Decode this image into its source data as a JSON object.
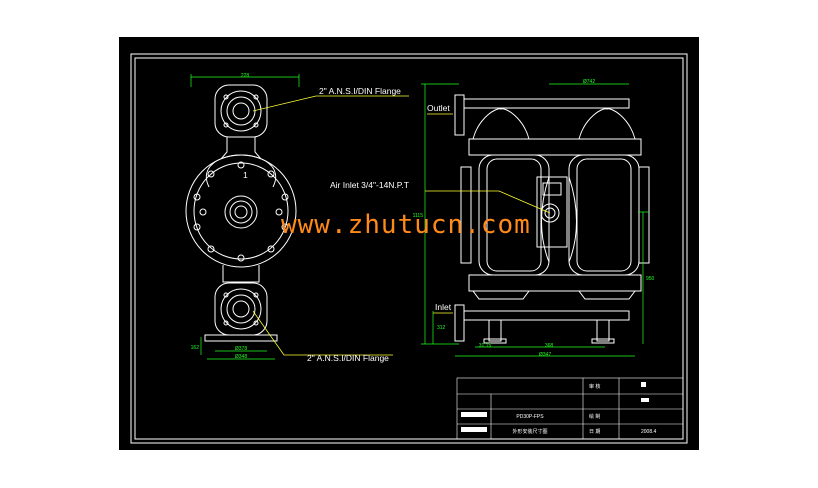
{
  "labels": {
    "flange_top": "2\" A.N.S.I/DIN Flange",
    "flange_bottom": "2\" A.N.S.I/DIN  Flange",
    "outlet": "Outlet",
    "air_inlet": "Air Inlet 3/4\"-14N.P.T",
    "inlet": "Inlet",
    "chamber_mark": "1"
  },
  "watermark": "www.zhutucn.com",
  "dimensions": {
    "front_top_width": "228",
    "front_bottom_1": "Ø378",
    "front_bottom_2": "Ø348",
    "front_left_small": "162",
    "side_top": "Ø742",
    "side_left_tall": "1115",
    "side_right": "950",
    "side_small_left": "312",
    "side_bottom_1": "31.15",
    "side_bottom_2": "368",
    "side_bottom_3": "Ø347"
  },
  "title_block": {
    "model": "PD30P-FPS",
    "drawing_name": "外形安装尺寸图",
    "row1_label": "审  核",
    "row2_label": "绘  制",
    "row3_label": "日  期",
    "date": "2008.4"
  },
  "colors": {
    "sheet": "#000000",
    "lines": "#ffffff",
    "dimensions": "#22ff22",
    "leaders": "#ffff33",
    "watermark": "#ff8a1a"
  }
}
